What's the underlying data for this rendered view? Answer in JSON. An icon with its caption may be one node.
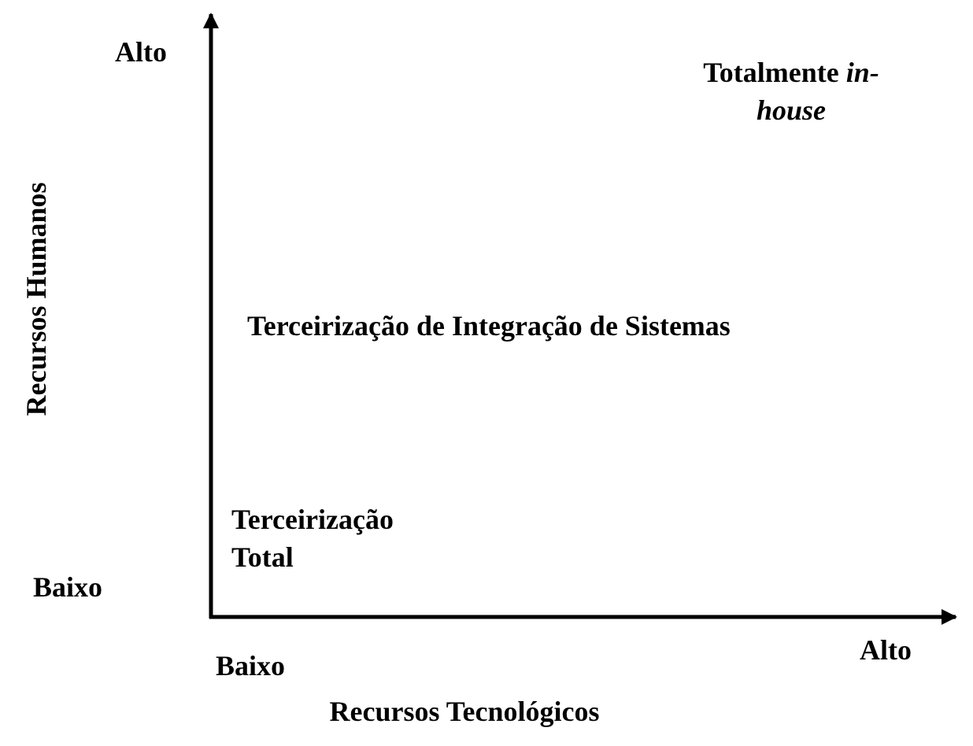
{
  "diagram": {
    "labels": [
      "Alto",
      "Totalmente *in-house*",
      "Recursos Humanos",
      "Terceirização de Integração de Sistemas",
      "Terceirização Total",
      "Baixo",
      "Baixo",
      "Alto",
      "Recursos Tecnológicos"
    ]
  }
}
